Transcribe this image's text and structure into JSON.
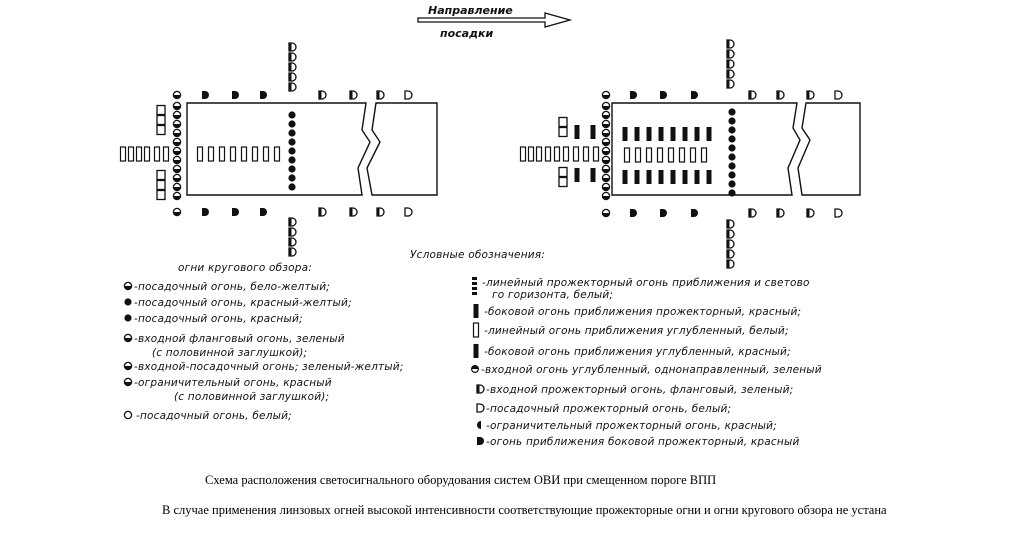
{
  "direction": {
    "line1": "Направление",
    "line2": "посадки"
  },
  "legend_left": {
    "heading": "огни кругового обзора:",
    "items": [
      "-посадочный огонь, бело-желтый;",
      "-посадочный огонь, красный-желтый;",
      "-посадочный огонь, красный;",
      "-входной фланговый огонь, зеленый",
      "(с половинной заглушкой);",
      "-входной-посадочный огонь; зеленый-желтый;",
      "-ограничительный огонь, красный",
      "(с половинной заглушкой);",
      "-посадочный огонь, белый;"
    ]
  },
  "legend_right": {
    "heading": "Условные обозначения:",
    "items": [
      "-линейный прожекторный огонь приближения и светово",
      "го горизонта, белый;",
      "-боковой огонь приближения прожекторный, красный;",
      "-линейный огонь приближения углубленный, белый;",
      "-боковой огонь приближения углубленный, красный;",
      "-входной огонь углубленный, однонаправленный, зеленый",
      "-входной прожекторный огонь, фланговый, зеленый;",
      "-посадочный прожекторный огонь, белый;",
      "-ограничительный прожекторный огонь, красный;",
      "-огонь приближения боковой прожекторный, красный"
    ]
  },
  "caption": {
    "line1": "Схема расположения светосигнального оборудования систем ОВИ при смещенном пороге ВПП",
    "line2": "В случае применения линзовых огней высокой интенсивности соответствующие прожекторные огни и огни кругового обзора не устана"
  }
}
